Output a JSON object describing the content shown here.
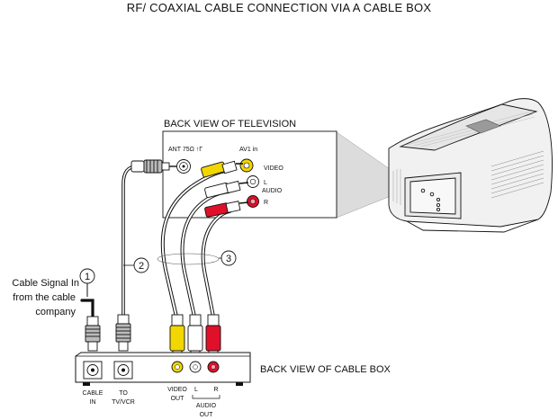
{
  "diagram": {
    "title": "RF/ COAXIAL CABLE CONNECTION VIA A CABLE BOX",
    "tv_panel": {
      "heading": "BACK VIEW OF TELEVISION",
      "ant_label": "ANT 75Ω ↑Γ",
      "av1_label": "AV1 in",
      "video_label": "VIDEO",
      "l_label": "L",
      "audio_label": "AUDIO",
      "r_label": "R"
    },
    "cable_box": {
      "heading": "BACK VIEW OF CABLE BOX",
      "cable_in": [
        "CABLE",
        "IN"
      ],
      "to_tvvcr": [
        "TO",
        "TV/VCR"
      ],
      "video_out": [
        "VIDEO",
        "OUT"
      ],
      "audio_l": "L",
      "audio_r": "R",
      "audio_out": [
        "AUDIO",
        "OUT"
      ]
    },
    "cable_signal": [
      "Cable Signal In",
      "from the cable",
      "company"
    ],
    "callouts": [
      "1",
      "2",
      "3"
    ],
    "colors": {
      "video_plug": "#f2d600",
      "audio_l_plug": "#ffffff",
      "audio_r_plug": "#e0102a",
      "line": "#111111",
      "tv_shade": "#d9d9d9"
    }
  }
}
